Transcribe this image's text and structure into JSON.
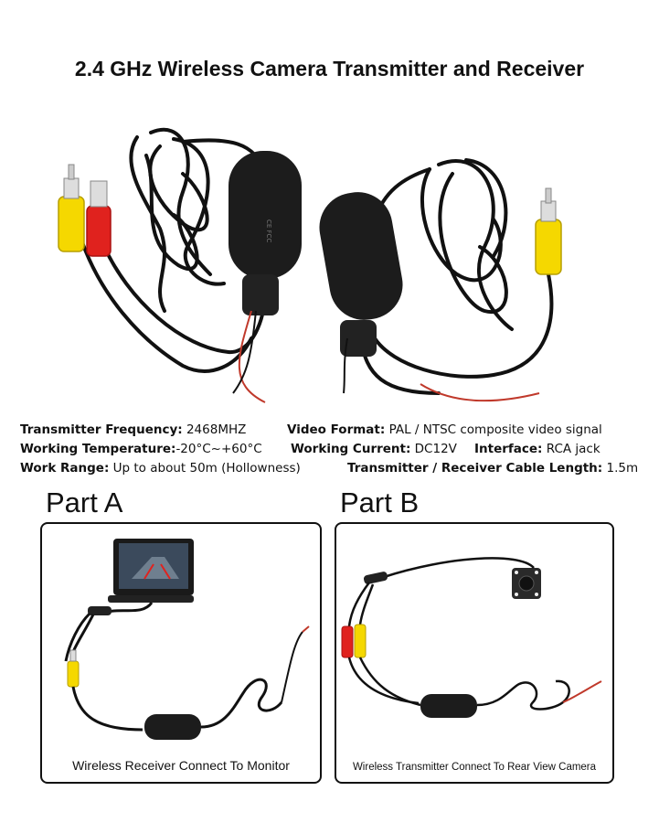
{
  "title": "2.4 GHz Wireless Camera Transmitter and Receiver",
  "specs": {
    "transmitter_frequency": {
      "label": "Transmitter Frequency:",
      "value": " 2468MHZ"
    },
    "video_format": {
      "label": "Video Format:",
      "value": " PAL / NTSC composite video signal"
    },
    "working_temperature": {
      "label": "Working Temperature:",
      "value": "-20°C~+60°C"
    },
    "working_current": {
      "label": "Working Current:",
      "value": " DC12V"
    },
    "interface": {
      "label": "Interface:",
      "value": " RCA jack"
    },
    "work_range": {
      "label": "Work Range:",
      "value": " Up to about 50m (Hollowness)"
    },
    "cable_length": {
      "label": "Transmitter / Receiver Cable Length:",
      "value": " 1.5m"
    }
  },
  "part_a": {
    "label": "Part A",
    "caption": "Wireless Receiver Connect To Monitor"
  },
  "part_b": {
    "label": "Part B",
    "caption": "Wireless Transmitter Connect To Rear View Camera"
  },
  "colors": {
    "cable": "#111111",
    "rca_yellow": "#f5d800",
    "plug_red": "#e0221e",
    "wire_red": "#c0392b",
    "module": "#1c1c1c"
  }
}
